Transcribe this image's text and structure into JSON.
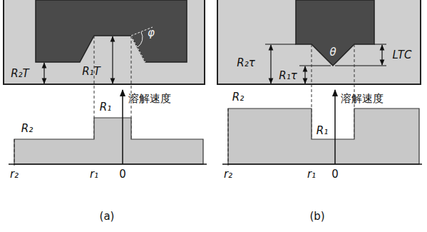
{
  "diagram": {
    "labels": [
      "R₂T",
      "R₁T",
      "φ",
      "R₁",
      "溶解速度",
      "R₂",
      "r₂",
      "r₁",
      "0",
      "(a)",
      "θ",
      "R₂τ",
      "LTC",
      "R₁τ",
      "R₂",
      "R₁",
      "溶解速度",
      "r₂",
      "r₁",
      "0",
      "(b)"
    ]
  }
}
